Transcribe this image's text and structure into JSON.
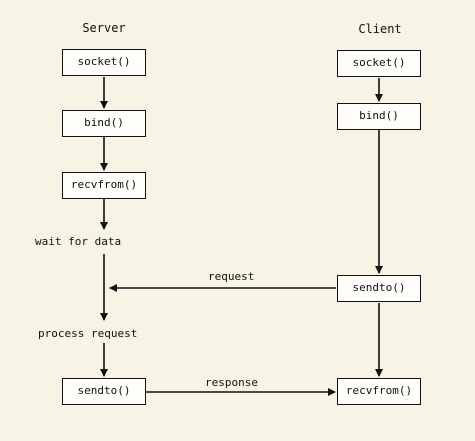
{
  "server": {
    "title": "Server",
    "socket": "socket()",
    "bind": "bind()",
    "recvfrom": "recvfrom()",
    "wait": "wait for data",
    "process": "process request",
    "sendto": "sendto()"
  },
  "client": {
    "title": "Client",
    "socket": "socket()",
    "bind": "bind()",
    "sendto": "sendto()",
    "recvfrom": "recvfrom()"
  },
  "messages": {
    "request": "request",
    "response": "response"
  }
}
